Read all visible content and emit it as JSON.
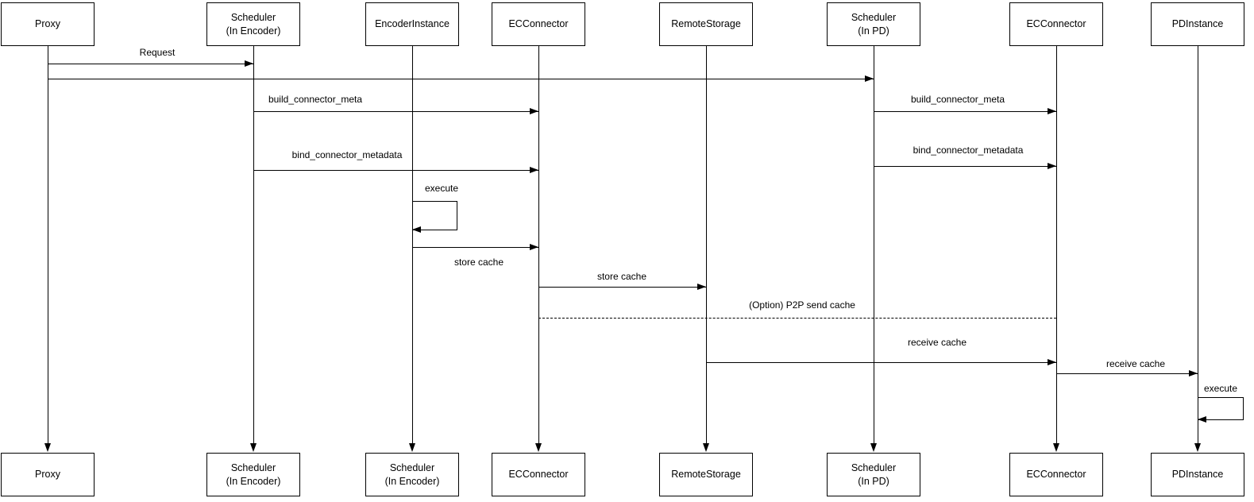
{
  "diagram_type": "uml-sequence-diagram",
  "colors": {
    "background": "#ffffff",
    "stroke": "#000000",
    "text": "#000000"
  },
  "actors_top": [
    {
      "id": "proxy",
      "lines": [
        "Proxy"
      ]
    },
    {
      "id": "scheduler-in-encoder",
      "lines": [
        "Scheduler",
        "(In Encoder)"
      ]
    },
    {
      "id": "encoder-instance",
      "lines": [
        "EncoderInstance"
      ]
    },
    {
      "id": "ec-connector-encoder",
      "lines": [
        "ECConnector"
      ]
    },
    {
      "id": "remote-storage",
      "lines": [
        "RemoteStorage"
      ]
    },
    {
      "id": "scheduler-in-pd",
      "lines": [
        "Scheduler",
        "(In PD)"
      ]
    },
    {
      "id": "ec-connector-pd",
      "lines": [
        "ECConnector"
      ]
    },
    {
      "id": "pd-instance",
      "lines": [
        "PDInstance"
      ]
    }
  ],
  "actors_bottom": [
    {
      "lines": [
        "Proxy"
      ]
    },
    {
      "lines": [
        "Scheduler",
        "(In Encoder)"
      ]
    },
    {
      "lines": [
        "Scheduler",
        "(In Encoder)"
      ]
    },
    {
      "lines": [
        "ECConnector"
      ]
    },
    {
      "lines": [
        "RemoteStorage"
      ]
    },
    {
      "lines": [
        "Scheduler",
        "(In PD)"
      ]
    },
    {
      "lines": [
        "ECConnector"
      ]
    },
    {
      "lines": [
        "PDInstance"
      ]
    }
  ],
  "messages": [
    {
      "label": "Request",
      "from": "Proxy",
      "to": "Scheduler (In Encoder)",
      "style": "solid"
    },
    {
      "label": "",
      "from": "Proxy",
      "to": "Scheduler (In PD)",
      "style": "solid"
    },
    {
      "label": "build_connector_meta",
      "from": "Scheduler (In Encoder)",
      "to": "ECConnector",
      "style": "solid"
    },
    {
      "label": "build_connector_meta",
      "from": "Scheduler (In PD)",
      "to": "ECConnector",
      "style": "solid"
    },
    {
      "label": "bind_connector_metadata",
      "from": "Scheduler (In Encoder)",
      "to": "ECConnector",
      "style": "solid"
    },
    {
      "label": "bind_connector_metadata",
      "from": "Scheduler (In PD)",
      "to": "ECConnector",
      "style": "solid"
    },
    {
      "label": "execute",
      "from": "EncoderInstance",
      "to": "EncoderInstance",
      "style": "self"
    },
    {
      "label": "store cache",
      "from": "EncoderInstance",
      "to": "ECConnector",
      "style": "solid"
    },
    {
      "label": "store cache",
      "from": "ECConnector",
      "to": "RemoteStorage",
      "style": "solid"
    },
    {
      "label": "(Option) P2P send cache",
      "from": "ECConnector",
      "to": "ECConnector (PD side)",
      "style": "dashed"
    },
    {
      "label": "receive cache",
      "from": "RemoteStorage",
      "to": "ECConnector (PD side)",
      "style": "solid"
    },
    {
      "label": "receive cache",
      "from": "ECConnector (PD side)",
      "to": "PDInstance",
      "style": "solid"
    },
    {
      "label": "execute",
      "from": "PDInstance",
      "to": "PDInstance",
      "style": "self"
    }
  ]
}
